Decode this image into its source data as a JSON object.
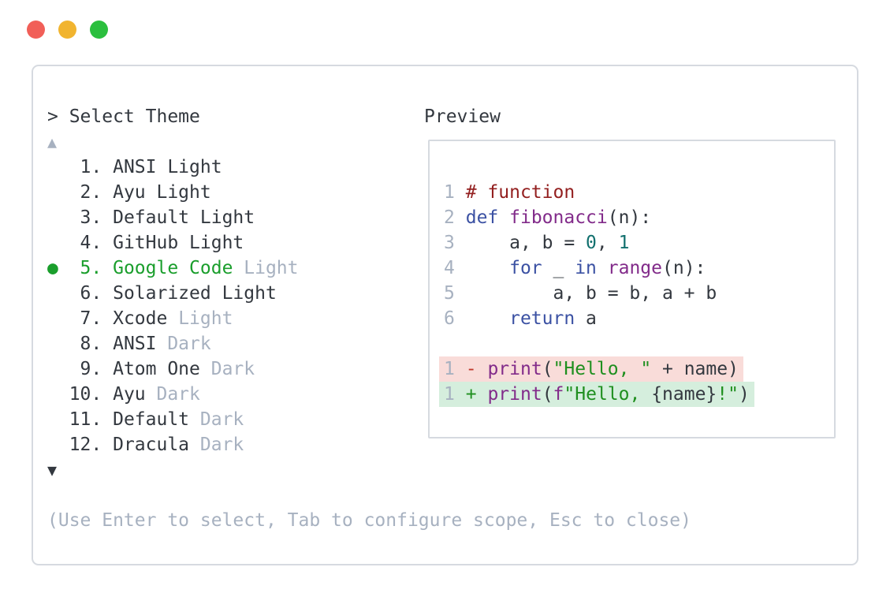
{
  "window": {
    "controls": [
      {
        "name": "close",
        "color": "#f15f58"
      },
      {
        "name": "minimize",
        "color": "#f1b42f"
      },
      {
        "name": "maximize",
        "color": "#2bbf3e"
      }
    ]
  },
  "picker": {
    "prompt": "> Select Theme",
    "scroll_up": "▲",
    "scroll_down": "▼",
    "selected_marker": "●",
    "hint": "(Use Enter to select, Tab to configure scope, Esc to close)",
    "items": [
      {
        "number": 1,
        "name": "ANSI",
        "variant": "Light",
        "variant_muted": false,
        "selected": false
      },
      {
        "number": 2,
        "name": "Ayu",
        "variant": "Light",
        "variant_muted": false,
        "selected": false
      },
      {
        "number": 3,
        "name": "Default",
        "variant": "Light",
        "variant_muted": false,
        "selected": false
      },
      {
        "number": 4,
        "name": "GitHub",
        "variant": "Light",
        "variant_muted": false,
        "selected": false
      },
      {
        "number": 5,
        "name": "Google Code",
        "variant": "Light",
        "variant_muted": true,
        "selected": true
      },
      {
        "number": 6,
        "name": "Solarized",
        "variant": "Light",
        "variant_muted": false,
        "selected": false
      },
      {
        "number": 7,
        "name": "Xcode",
        "variant": "Light",
        "variant_muted": true,
        "selected": false
      },
      {
        "number": 8,
        "name": "ANSI",
        "variant": "Dark",
        "variant_muted": true,
        "selected": false
      },
      {
        "number": 9,
        "name": "Atom One",
        "variant": "Dark",
        "variant_muted": true,
        "selected": false
      },
      {
        "number": 10,
        "name": "Ayu",
        "variant": "Dark",
        "variant_muted": true,
        "selected": false
      },
      {
        "number": 11,
        "name": "Default",
        "variant": "Dark",
        "variant_muted": true,
        "selected": false
      },
      {
        "number": 12,
        "name": "Dracula",
        "variant": "Dark",
        "variant_muted": true,
        "selected": false
      }
    ]
  },
  "preview": {
    "title": "Preview",
    "code_lines": [
      {
        "number": "1",
        "tokens": [
          {
            "c": "com",
            "t": "# function"
          }
        ]
      },
      {
        "number": "2",
        "tokens": [
          {
            "c": "kwd",
            "t": "def"
          },
          {
            "c": "pln",
            "t": " "
          },
          {
            "c": "typ",
            "t": "fibonacci"
          },
          {
            "c": "pln",
            "t": "(n):"
          }
        ]
      },
      {
        "number": "3",
        "tokens": [
          {
            "c": "pln",
            "t": "    a, b = "
          },
          {
            "c": "lit",
            "t": "0"
          },
          {
            "c": "pln",
            "t": ", "
          },
          {
            "c": "lit",
            "t": "1"
          }
        ]
      },
      {
        "number": "4",
        "tokens": [
          {
            "c": "pln",
            "t": "    "
          },
          {
            "c": "kwd",
            "t": "for"
          },
          {
            "c": "pln",
            "t": " _ "
          },
          {
            "c": "kwd",
            "t": "in"
          },
          {
            "c": "pln",
            "t": " "
          },
          {
            "c": "typ",
            "t": "range"
          },
          {
            "c": "pln",
            "t": "(n):"
          }
        ]
      },
      {
        "number": "5",
        "tokens": [
          {
            "c": "pln",
            "t": "        a, b = b, a + b"
          }
        ]
      },
      {
        "number": "6",
        "tokens": [
          {
            "c": "pln",
            "t": "    "
          },
          {
            "c": "kwd",
            "t": "return"
          },
          {
            "c": "pln",
            "t": " a"
          }
        ]
      }
    ],
    "diff_lines": [
      {
        "number": "1",
        "sign": "-",
        "kind": "removed",
        "tokens": [
          {
            "c": "typ",
            "t": "print"
          },
          {
            "c": "pln",
            "t": "("
          },
          {
            "c": "str",
            "t": "\"Hello, \""
          },
          {
            "c": "pln",
            "t": " + name)"
          }
        ]
      },
      {
        "number": "1",
        "sign": "+",
        "kind": "added",
        "tokens": [
          {
            "c": "typ",
            "t": "print"
          },
          {
            "c": "pln",
            "t": "("
          },
          {
            "c": "typ",
            "t": "f"
          },
          {
            "c": "str",
            "t": "\"Hello, "
          },
          {
            "c": "pln",
            "t": "{name}"
          },
          {
            "c": "str",
            "t": "!\""
          },
          {
            "c": "pln",
            "t": ")"
          }
        ]
      }
    ]
  },
  "colors": {
    "text": "#33383f",
    "muted": "#a7b1c0",
    "accent_green": "#1a9e2c",
    "border": "#d6dae0",
    "syntax_comment": "#931f1f",
    "syntax_keyword": "#3b51a3",
    "syntax_type": "#822b8a",
    "syntax_literal": "#12706e",
    "syntax_string": "#1f8f1f",
    "diff_removed_bg": "#f9dcd9",
    "diff_added_bg": "#d5eedd",
    "diff_removed_sign": "#c0392b",
    "diff_added_sign": "#1f8f1f",
    "traffic_red": "#f15f58",
    "traffic_yellow": "#f1b42f",
    "traffic_green": "#2bbf3e"
  }
}
